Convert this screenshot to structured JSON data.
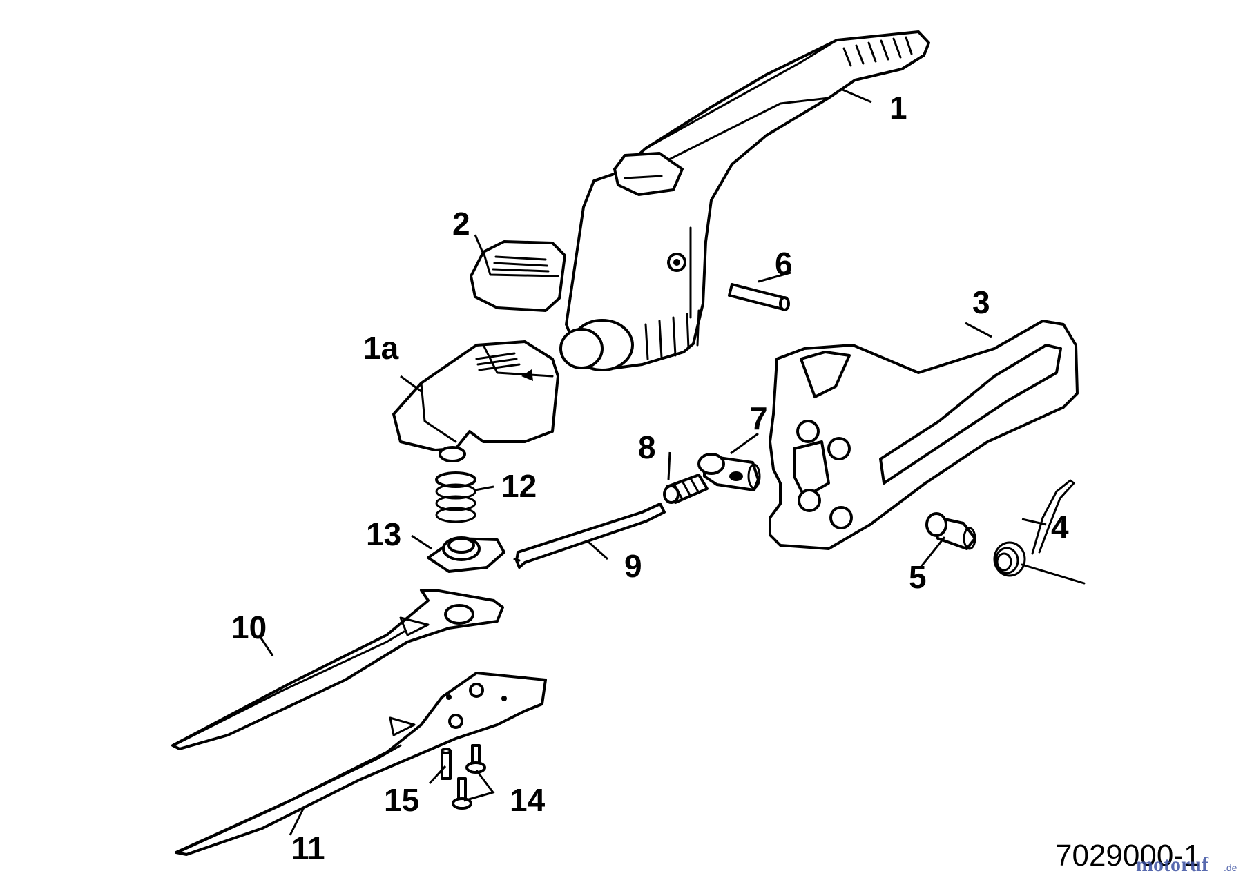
{
  "callouts": {
    "p1": "1",
    "p1a": "1a",
    "p2": "2",
    "p3": "3",
    "p4": "4",
    "p5": "5",
    "p6": "6",
    "p7": "7",
    "p8": "8",
    "p9": "9",
    "p10": "10",
    "p11": "11",
    "p12": "12",
    "p13": "13",
    "p14": "14",
    "p15": "15"
  },
  "drawing_number": "7029000-1",
  "watermark": {
    "text": "motoruf",
    "suffix": ".de",
    "color_primary": "#3a4fa0",
    "color_accent": "#d98a2b"
  }
}
